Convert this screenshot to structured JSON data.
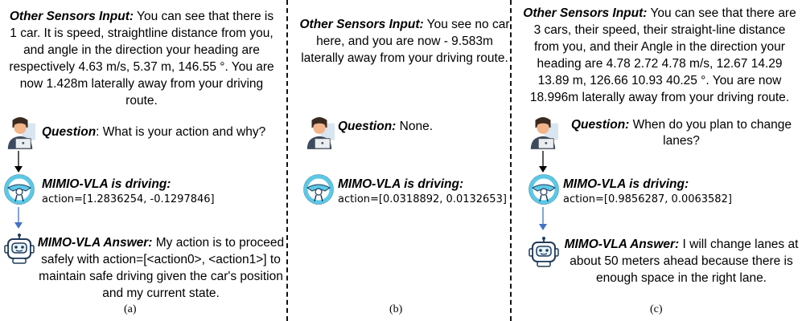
{
  "panels": [
    {
      "sensor_label": "Other Sensors Input:",
      "sensor_text": " You can see that there is 1 car. It is speed, straightline distance from you, and angle in the direction your heading are respectively 4.63 m/s, 5.37 m, 146.55 °. You are now 1.428m laterally away from your driving route.",
      "question_label": "Question",
      "question_text": ": What is your action and why?",
      "driving_label": "MIMIO-VLA is driving:",
      "action_text": "action=[1.2836254, -0.1297846]",
      "answer_label": "MIMO-VLA Answer:",
      "answer_text": " My action is to proceed safely with action=[<action0>, <action1>] to maintain safe driving given the car's position and my current state.",
      "caption": "(a)"
    },
    {
      "sensor_label": "Other Sensors Input:",
      "sensor_text": " You see no car here, and you are now - 9.583m laterally away from your driving route.",
      "question_label": "Question:",
      "question_text": " None.",
      "driving_label": "MIMO-VLA is driving:",
      "action_text": "action=[0.0318892, 0.0132653]",
      "caption": "(b)"
    },
    {
      "sensor_label": "Other Sensors Input:",
      "sensor_text": " You can see that there are 3 cars, their speed, their straight-line distance from you, and their Angle in the direction your heading are  4.78 2.72 4.78 m/s, 12.67 14.29 13.89 m,  126.66 10.93 40.25 °. You are now 18.996m laterally away from your driving route.",
      "question_label": "Question:",
      "question_text": " When do you plan to change lanes?",
      "driving_label": "MIMO-VLA is driving:",
      "action_text": "action=[0.9856287, 0.0063582]",
      "answer_label": "MIMO-VLA Answer:",
      "answer_text": " I will change lanes at about 50 meters ahead because there is enough space in the right lane.",
      "caption": "(c)"
    }
  ],
  "icons": {
    "person": "person-at-laptop-icon",
    "wheel": "steering-wheel-icon",
    "robot": "robot-icon"
  },
  "colors": {
    "wheel": "#5cc8e6",
    "robot_outline": "#1f3b5a",
    "arrow_black": "#000000",
    "arrow_blue": "#4472c4",
    "person_skin": "#f2b48a",
    "person_shirt": "#3c4b5f"
  }
}
